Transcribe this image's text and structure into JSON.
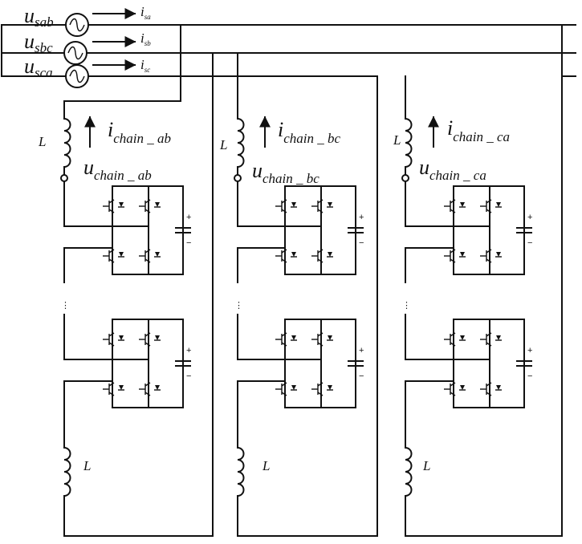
{
  "sources": [
    {
      "voltage": {
        "base": "u",
        "sub": "sab"
      },
      "current": {
        "base": "i",
        "sub": "sa"
      }
    },
    {
      "voltage": {
        "base": "u",
        "sub": "sbc"
      },
      "current": {
        "base": "i",
        "sub": "sb"
      }
    },
    {
      "voltage": {
        "base": "u",
        "sub": "sca"
      },
      "current": {
        "base": "i",
        "sub": "sc"
      }
    }
  ],
  "chains": [
    {
      "inductor_top": "L",
      "current": {
        "base": "i",
        "sub": "chain _ ab"
      },
      "voltage": {
        "base": "u",
        "sub": "chain _ ab"
      },
      "inductor_bottom": "L"
    },
    {
      "inductor_top": "L",
      "current": {
        "base": "i",
        "sub": "chain _ bc"
      },
      "voltage": {
        "base": "u",
        "sub": "chain _ bc"
      },
      "inductor_bottom": "L"
    },
    {
      "inductor_top": "L",
      "current": {
        "base": "i",
        "sub": "chain _ ca"
      },
      "voltage": {
        "base": "u",
        "sub": "chain _ ca"
      },
      "inductor_bottom": "L"
    }
  ],
  "capacitor_polarity": {
    "plus": "+",
    "minus": "−"
  },
  "series_ellipsis": "⋮"
}
